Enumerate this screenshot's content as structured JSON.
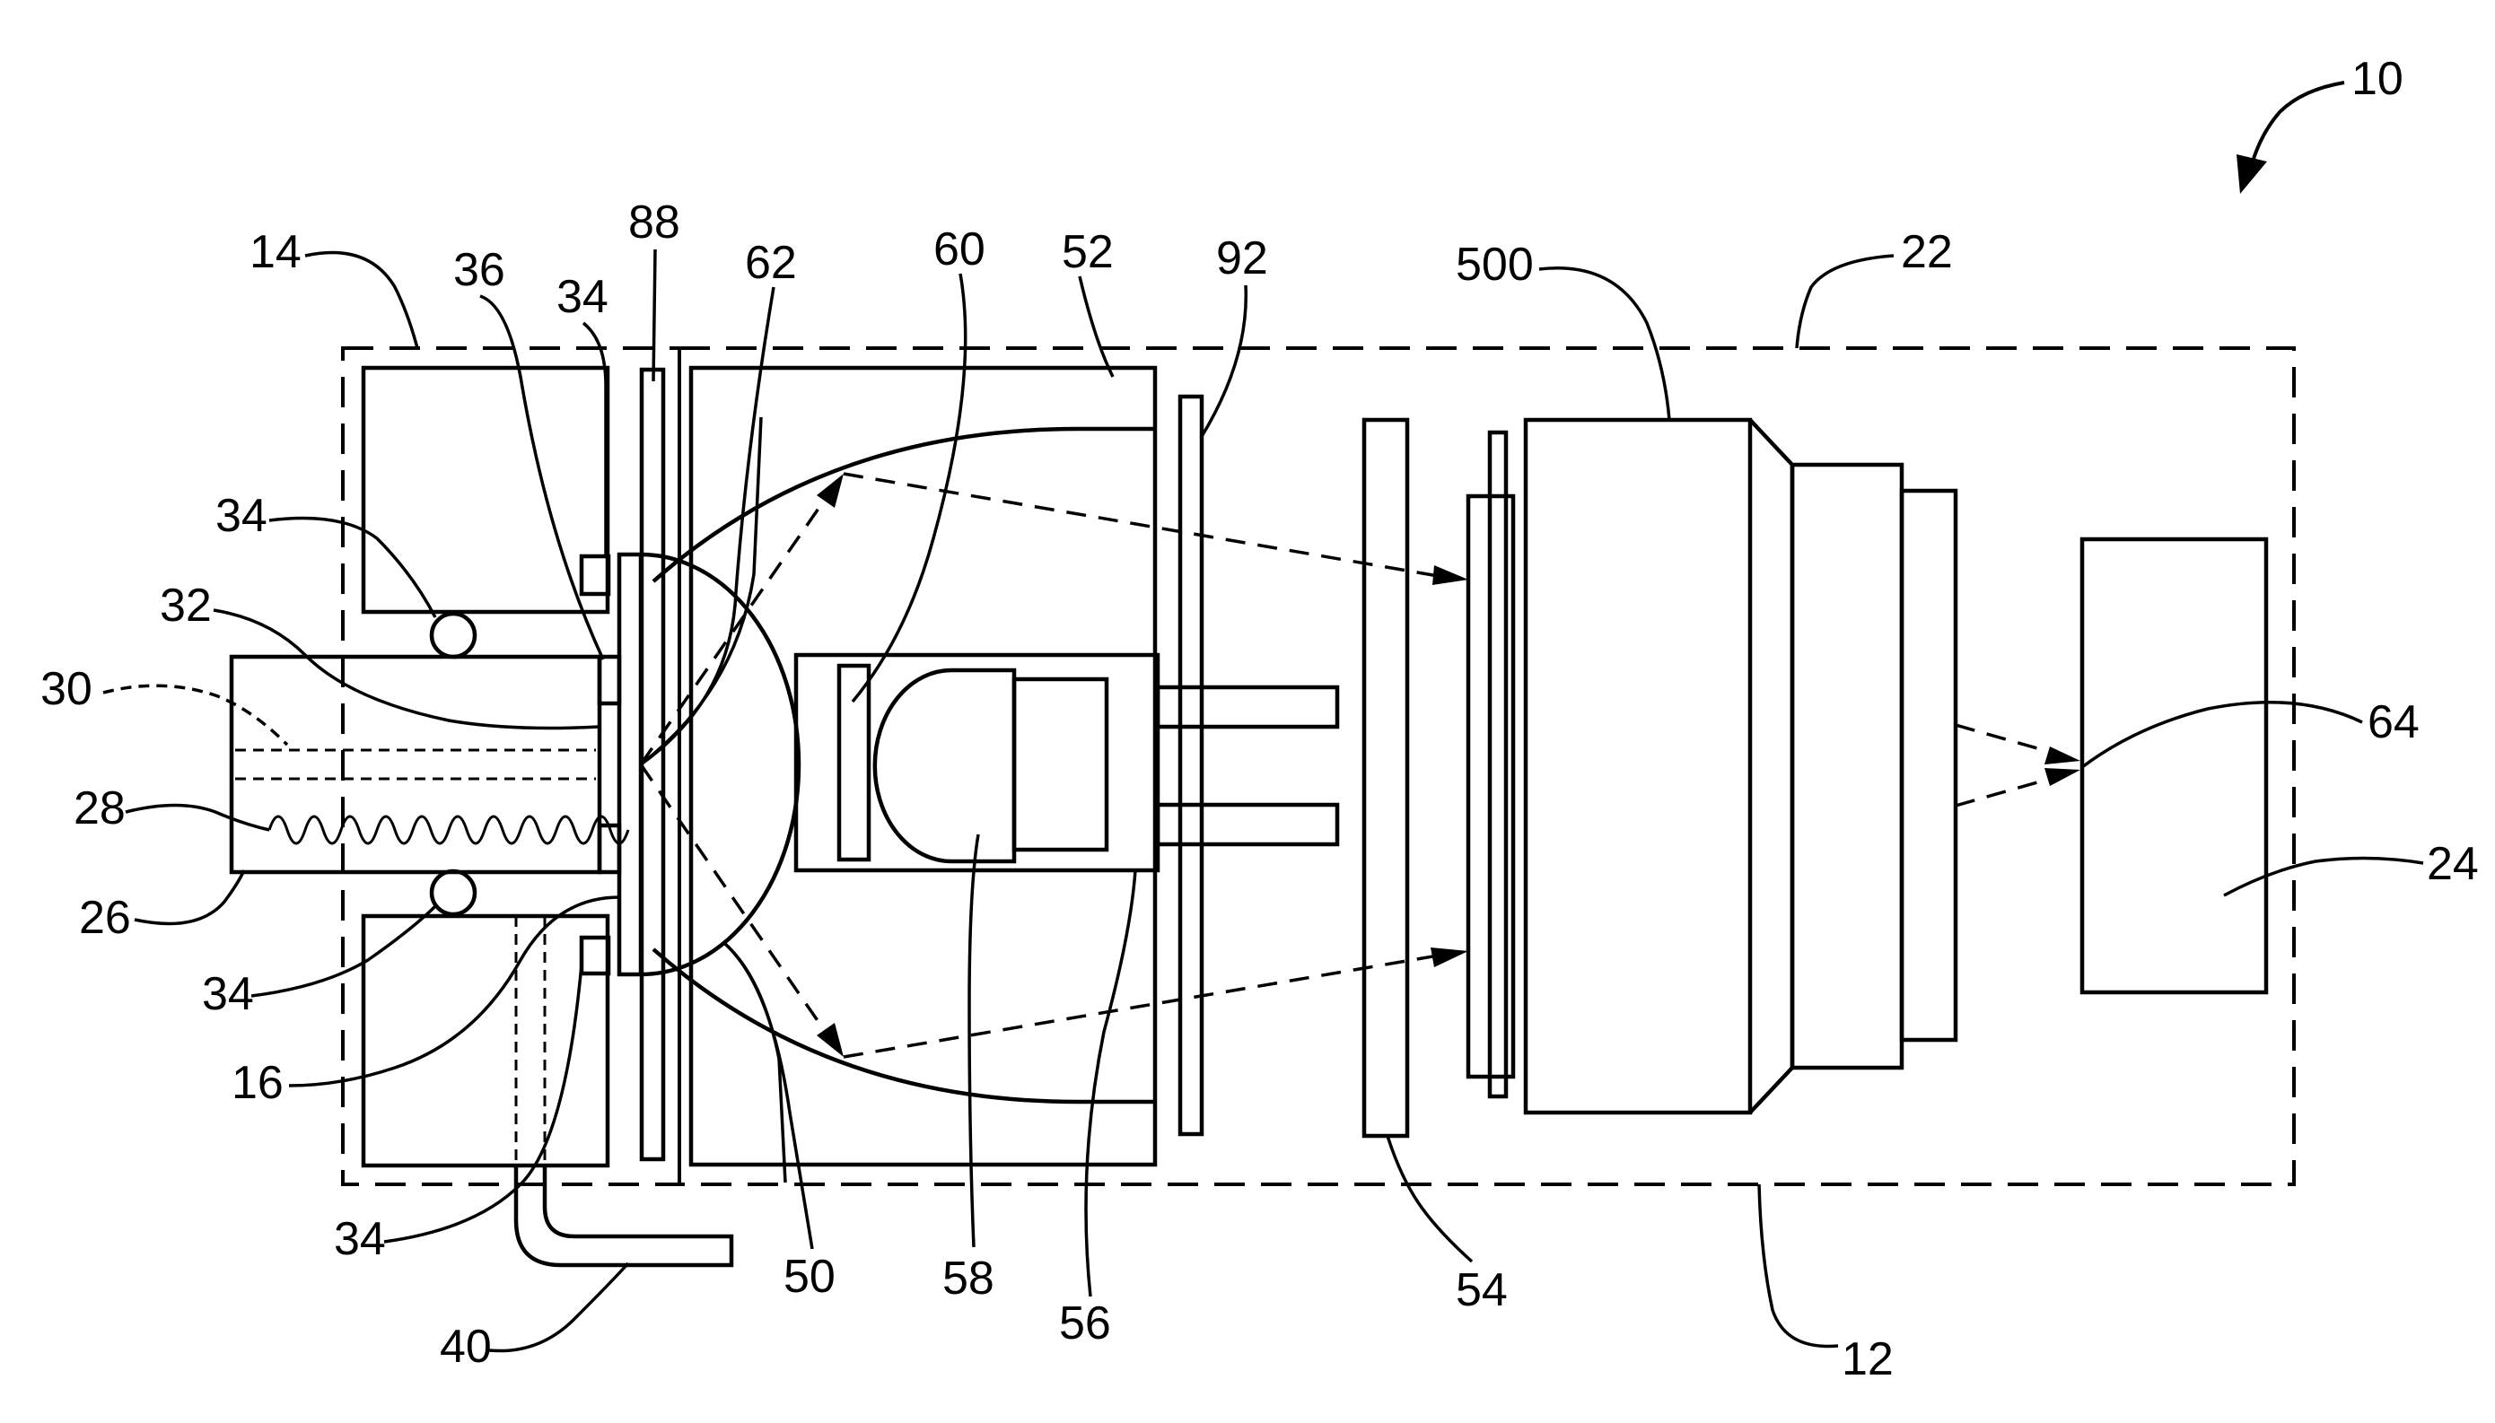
{
  "figure": {
    "labels": [
      {
        "id": "10",
        "text": "10"
      },
      {
        "id": "14",
        "text": "14"
      },
      {
        "id": "36",
        "text": "36"
      },
      {
        "id": "34a",
        "text": "34"
      },
      {
        "id": "88",
        "text": "88"
      },
      {
        "id": "62",
        "text": "62"
      },
      {
        "id": "60",
        "text": "60"
      },
      {
        "id": "52",
        "text": "52"
      },
      {
        "id": "92",
        "text": "92"
      },
      {
        "id": "500",
        "text": "500"
      },
      {
        "id": "22",
        "text": "22"
      },
      {
        "id": "34b",
        "text": "34"
      },
      {
        "id": "32",
        "text": "32"
      },
      {
        "id": "30",
        "text": "30"
      },
      {
        "id": "28",
        "text": "28"
      },
      {
        "id": "26",
        "text": "26"
      },
      {
        "id": "34c",
        "text": "34"
      },
      {
        "id": "16",
        "text": "16"
      },
      {
        "id": "34d",
        "text": "34"
      },
      {
        "id": "40",
        "text": "40"
      },
      {
        "id": "50",
        "text": "50"
      },
      {
        "id": "58",
        "text": "58"
      },
      {
        "id": "56",
        "text": "56"
      },
      {
        "id": "54",
        "text": "54"
      },
      {
        "id": "12",
        "text": "12"
      },
      {
        "id": "64",
        "text": "64"
      },
      {
        "id": "24",
        "text": "24"
      }
    ]
  }
}
